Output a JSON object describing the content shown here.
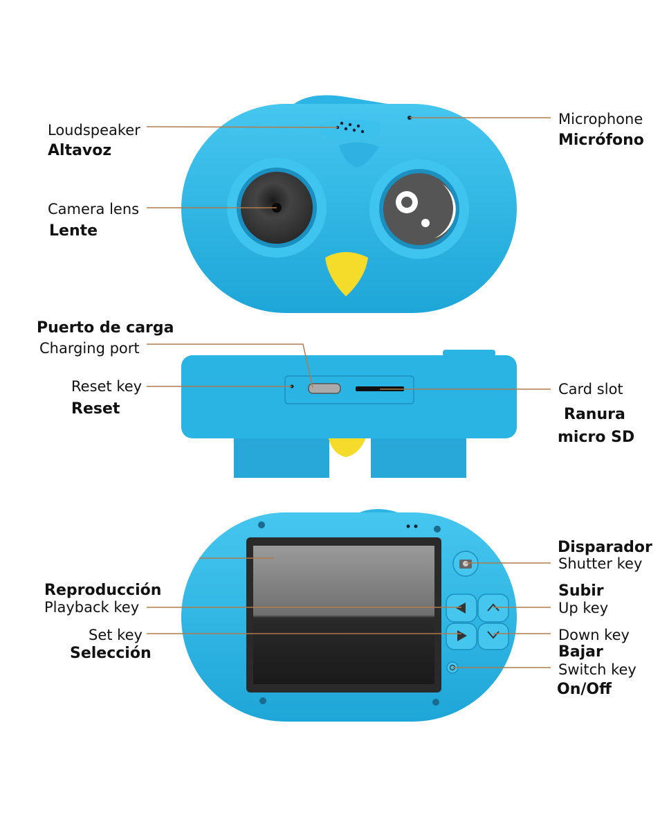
{
  "labels": {
    "loudspeaker": {
      "en": "Loudspeaker",
      "es": "Altavoz"
    },
    "microphone": {
      "en": "Microphone",
      "es": "Micrófono"
    },
    "camera_lens": {
      "en": "Camera lens",
      "es": "Lente"
    },
    "charging_port": {
      "es": "Puerto de carga",
      "en": "Charging port"
    },
    "reset_key": {
      "en": "Reset key",
      "es": "Reset"
    },
    "card_slot": {
      "en": "Card slot",
      "es_line1": "Ranura",
      "es_line2": "micro SD"
    },
    "shutter_key": {
      "es": "Disparador",
      "en": "Shutter key"
    },
    "playback_key": {
      "es": "Reproducción",
      "en": "Playback key"
    },
    "up_key": {
      "es": "Subir",
      "en": "Up key"
    },
    "set_key": {
      "en": "Set key",
      "es": "Selección"
    },
    "down_key": {
      "en": "Down key",
      "es": "Bajar"
    },
    "switch_key": {
      "en": "Switch key",
      "es": "On/Off"
    }
  },
  "colors": {
    "body": "#29b6e6",
    "body_dark": "#1a9ccc",
    "body_light": "#5cd0f2",
    "beak": "#f6dc2a",
    "leader_line": "#b07a4a",
    "screen_frame": "#2a2a2a",
    "screen_top": "#8c8c8c",
    "screen_bottom": "#1f1f1f"
  },
  "icons": [
    "speaker-grille-icon",
    "microphone-hole-icon",
    "lens-icon",
    "eye-icon",
    "beak-icon",
    "usb-port-icon",
    "sd-slot-icon",
    "reset-hole-icon",
    "camera-icon",
    "left-arrow-icon",
    "up-arrow-icon",
    "right-arrow-icon",
    "down-arrow-icon",
    "power-icon"
  ]
}
